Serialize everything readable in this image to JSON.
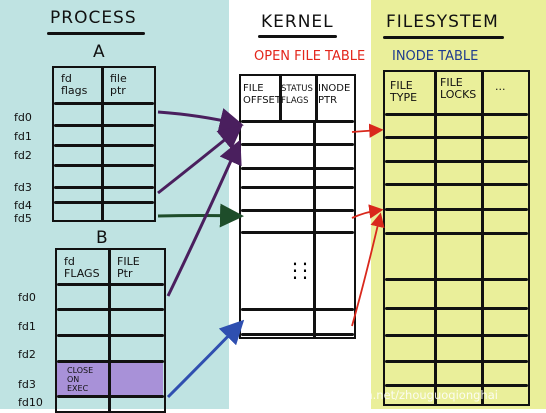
{
  "process": {
    "title": "PROCESS",
    "table_a": {
      "label": "A",
      "col1": "fd\nflags",
      "col2": "file\nptr",
      "fds": [
        "fd0",
        "fd1",
        "fd2",
        "fd3",
        "fd4",
        "fd5"
      ]
    },
    "table_b": {
      "label": "B",
      "col1": "fd\nFLAGS",
      "col2": "FILE\nPtr",
      "fds": [
        "fd0",
        "fd1",
        "fd2",
        "fd3",
        "fd10"
      ],
      "close_on_exec": "CLOSE\nON\nEXEC",
      "highlight_color": "#a891d8"
    }
  },
  "kernel": {
    "title": "KERNEL",
    "subtitle": "OPEN FILE TABLE",
    "subtitle_color": "#e3261b",
    "col1": "FILE\nOFFSET",
    "col2": "STATUS\nFLAGS",
    "col3": "INODE\nPTR",
    "ellipsis": "⋮"
  },
  "filesystem": {
    "title": "FILESYSTEM",
    "subtitle": "INODE TABLE",
    "subtitle_color": "#1e3c8f",
    "col1": "FILE\nTYPE",
    "col2": "FILE\nLOCKS",
    "col3": "..."
  },
  "arrow_colors": {
    "purple": "#4a1f5e",
    "green": "#1e4d2a",
    "blue": "#2f4fb0",
    "red": "#d9281c"
  },
  "watermark": "https://blog.csdn.net/zhouguoqionghai"
}
